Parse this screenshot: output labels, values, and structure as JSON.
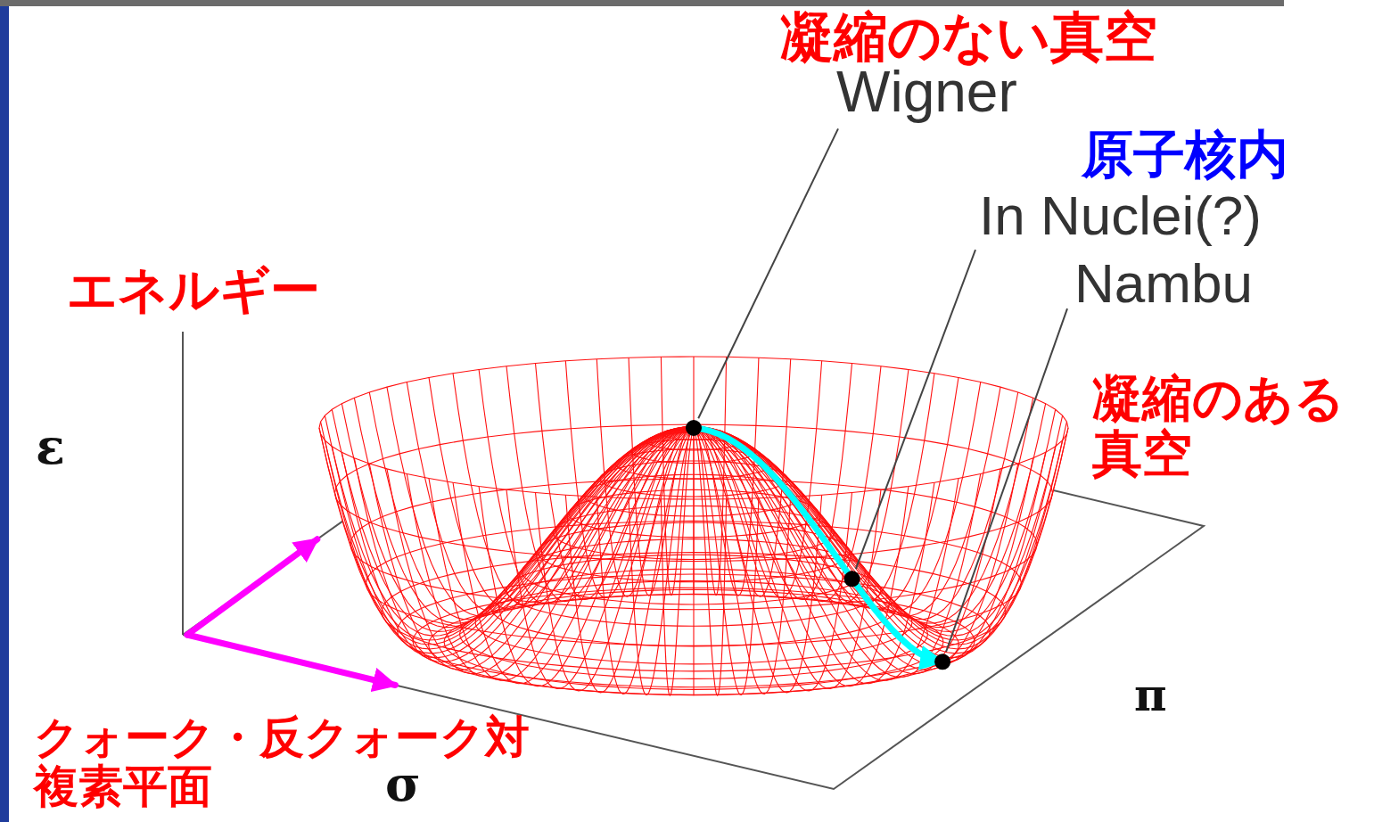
{
  "diagram": {
    "labels": [
      "凝縮のない真空",
      "Wigner",
      "原子核内",
      "In Nuclei(?)",
      "Nambu",
      "エネルギー",
      "凝縮のある 真空",
      "ε",
      "π",
      "クォーク・反クォーク対 複素平面",
      "σ"
    ]
  }
}
